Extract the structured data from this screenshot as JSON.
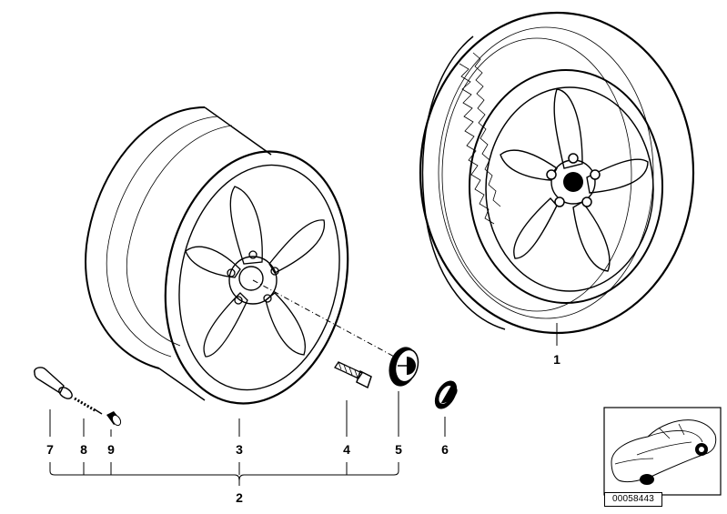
{
  "callouts": {
    "c1": "1",
    "c2": "2",
    "c3": "3",
    "c4": "4",
    "c5": "5",
    "c6": "6",
    "c7": "7",
    "c8": "8",
    "c9": "9"
  },
  "reference_number": "00058443"
}
